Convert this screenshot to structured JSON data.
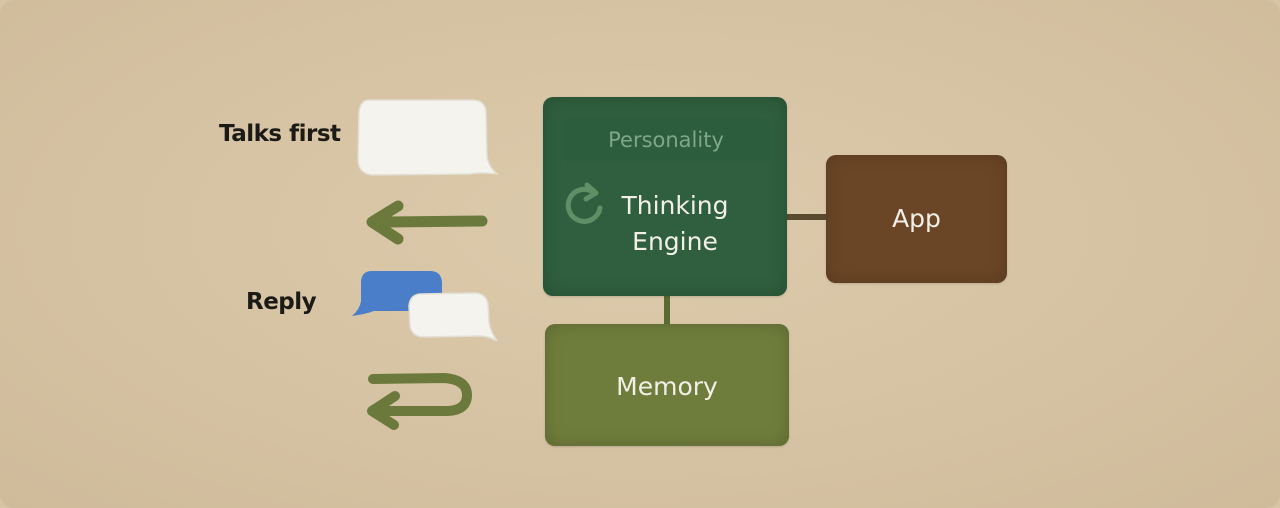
{
  "diagram": {
    "labels": {
      "talks_first": "Talks first",
      "reply": "Reply"
    },
    "blocks": {
      "personality": "Personality",
      "thinking_engine_line1": "Thinking",
      "thinking_engine_line2": "Engine",
      "app": "App",
      "memory": "Memory"
    },
    "colors": {
      "thinking_engine": "#2f5f3e",
      "personality": "#2c5e3d",
      "app": "#6b4626",
      "memory": "#6f7d3c",
      "arrow": "#6b7a3c",
      "bubble_white": "#f4f3ee",
      "bubble_blue": "#4a7ec8",
      "connector": "#5a4a30"
    },
    "icons": [
      "speech-bubble-icon",
      "left-arrow-icon",
      "return-arrow-icon",
      "refresh-cycle-icon"
    ]
  }
}
